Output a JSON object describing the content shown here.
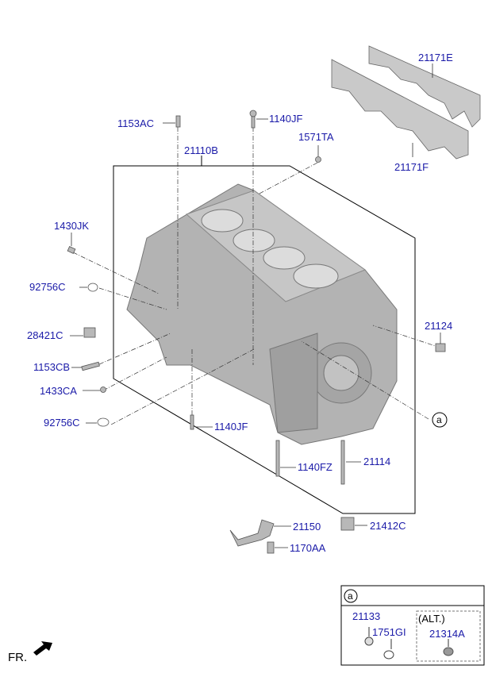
{
  "labels": {
    "p21171E": "21171E",
    "p21171F": "21171F",
    "p1153AC": "1153AC",
    "p1140JF_top": "1140JF",
    "p21110B": "21110B",
    "p1571TA": "1571TA",
    "p1430JK": "1430JK",
    "p92756C_top": "92756C",
    "p28421C": "28421C",
    "p1153CB": "1153CB",
    "p1433CA": "1433CA",
    "p92756C_bottom": "92756C",
    "p1140JF_bottom": "1140JF",
    "p21124": "21124",
    "p1140FZ": "1140FZ",
    "p21114": "21114",
    "p21150": "21150",
    "p21412C": "21412C",
    "p1170AA": "1170AA"
  },
  "callout": "a",
  "detail_box": {
    "ref": "a",
    "p21133": "21133",
    "p1751GI": "1751GI",
    "alt": "(ALT.)",
    "p21314A": "21314A"
  },
  "front_indicator": "FR."
}
